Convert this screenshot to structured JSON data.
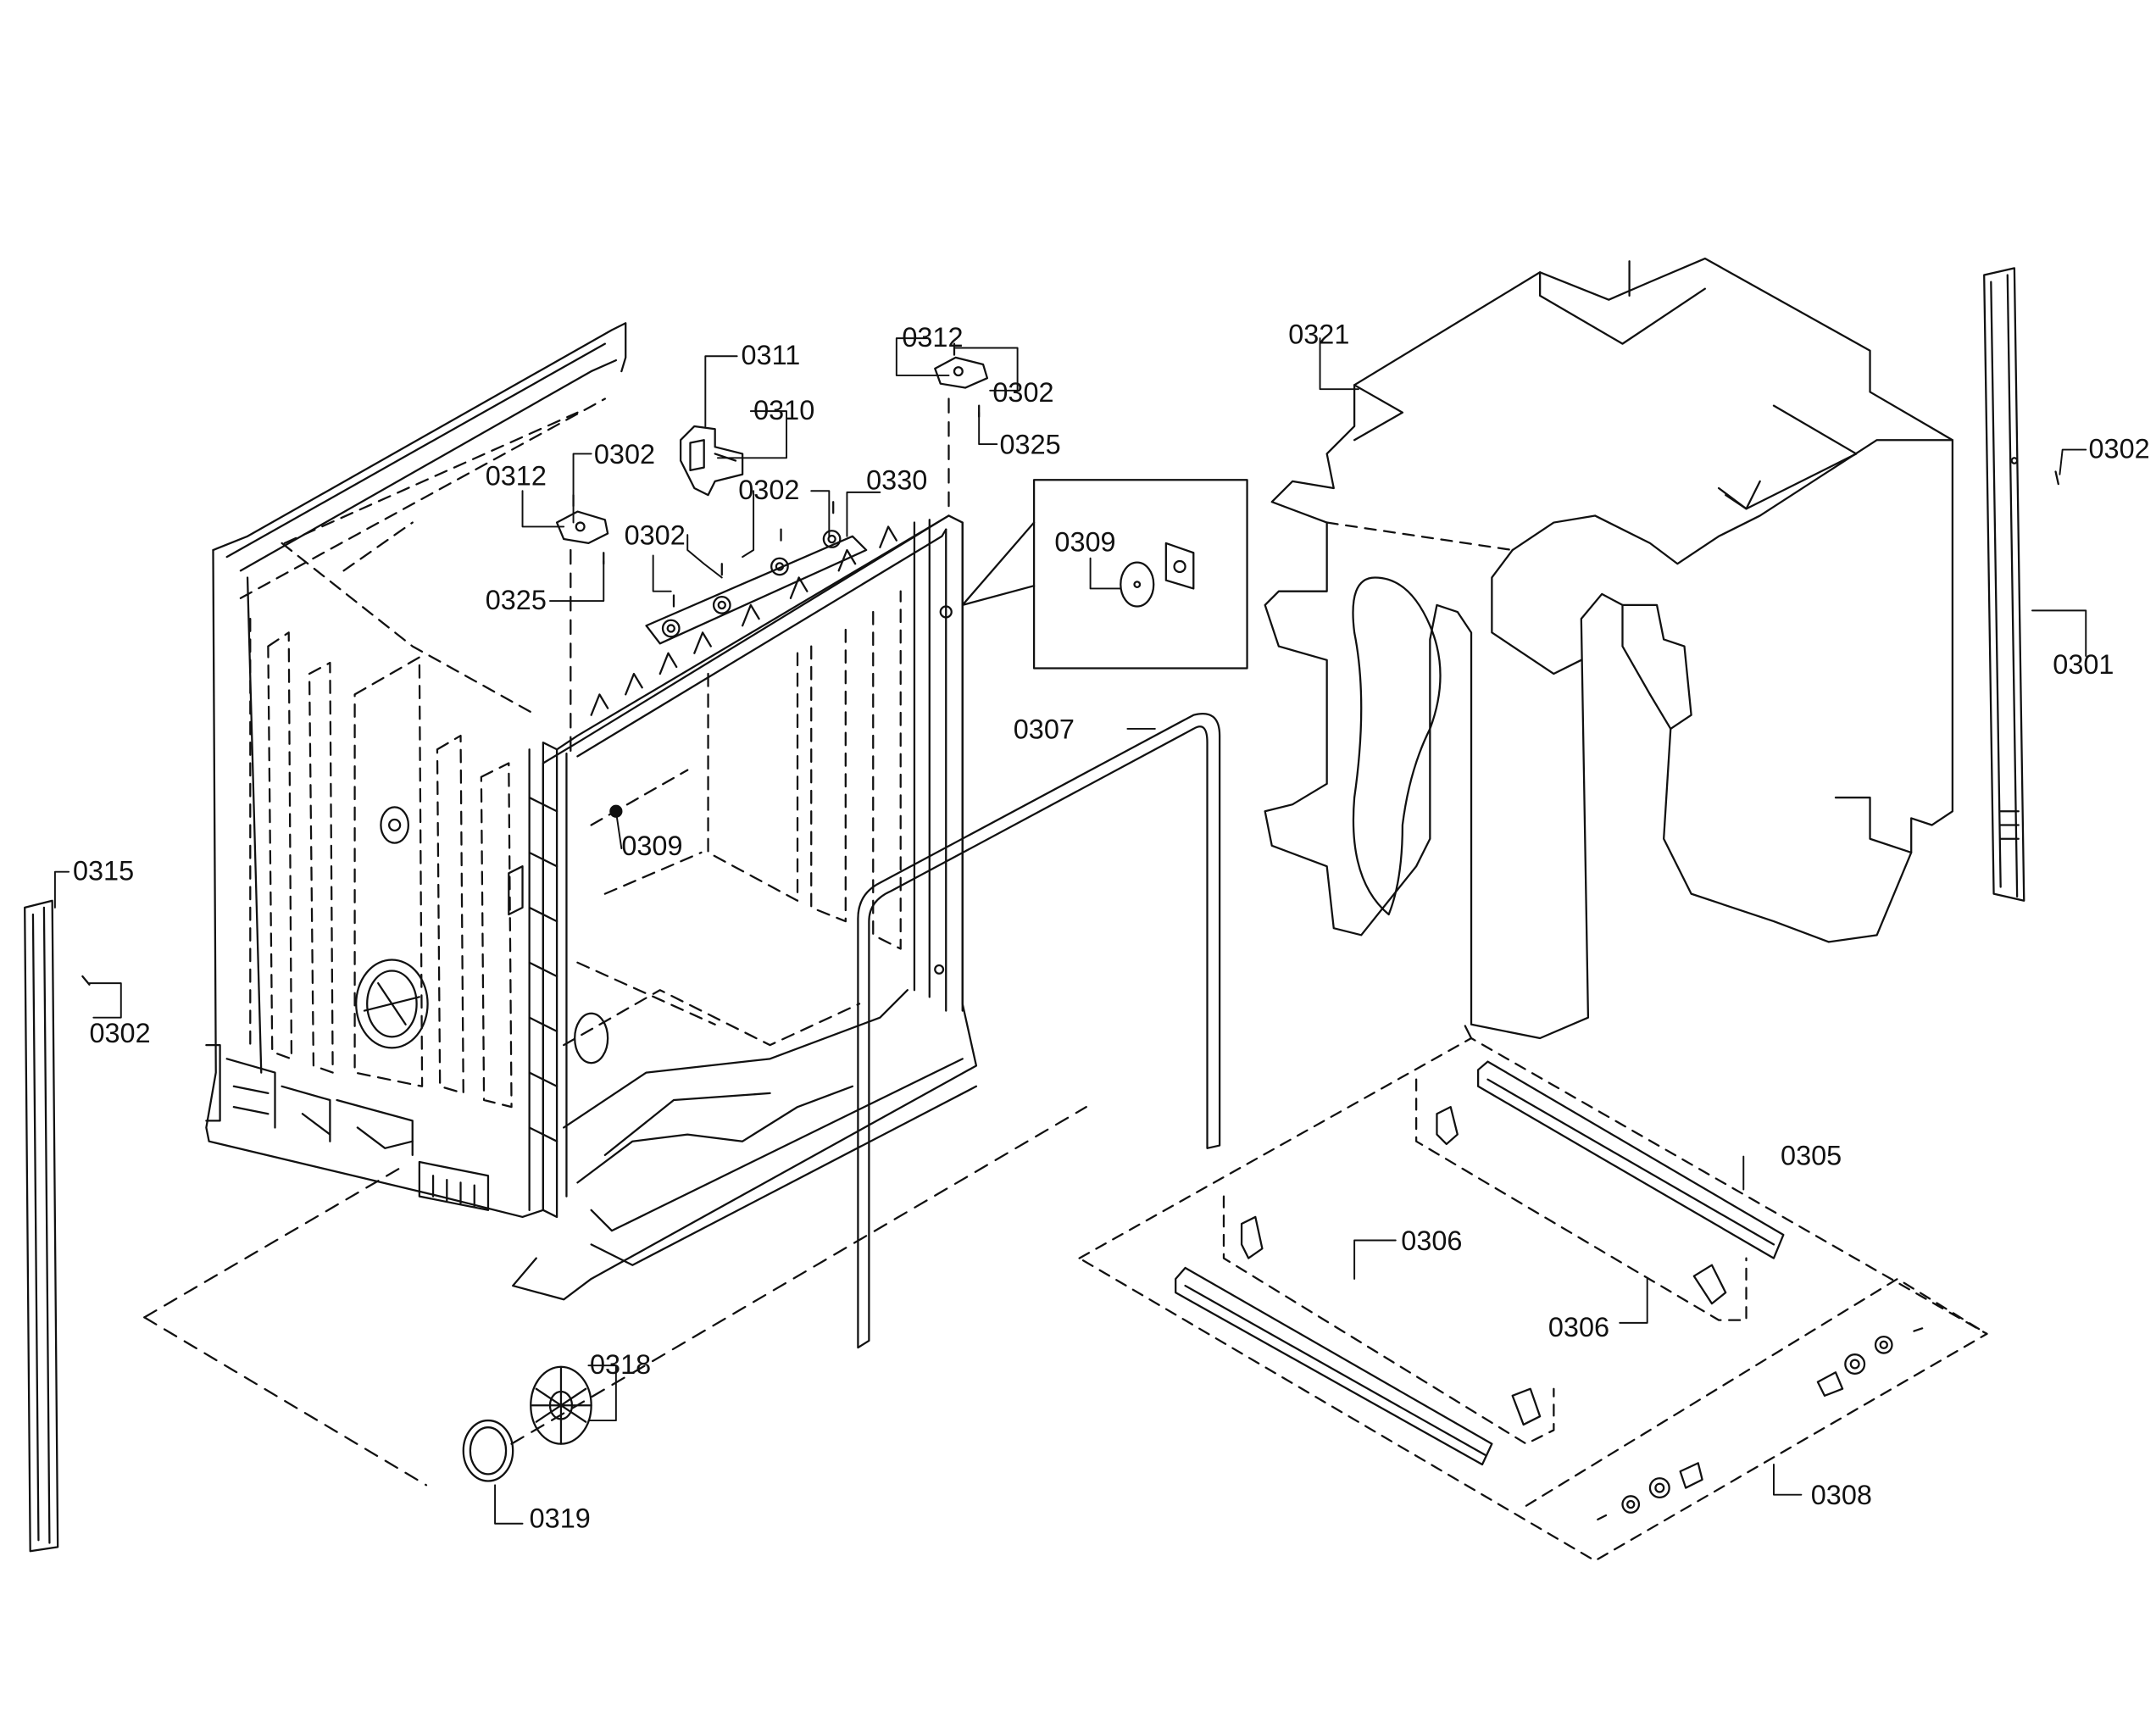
{
  "labels": [
    {
      "id": "l1",
      "text": "0311"
    },
    {
      "id": "l2",
      "text": "0310"
    },
    {
      "id": "l3",
      "text": "0312"
    },
    {
      "id": "l4",
      "text": "0302"
    },
    {
      "id": "l5",
      "text": "0302"
    },
    {
      "id": "l6",
      "text": "0330"
    },
    {
      "id": "l7",
      "text": "0312"
    },
    {
      "id": "l8",
      "text": "0302"
    },
    {
      "id": "l9",
      "text": "0325"
    },
    {
      "id": "l10",
      "text": "0302"
    },
    {
      "id": "l11",
      "text": "0325"
    },
    {
      "id": "l12",
      "text": "0309"
    },
    {
      "id": "l13",
      "text": "0321"
    },
    {
      "id": "l14",
      "text": "0302"
    },
    {
      "id": "l15",
      "text": "0301"
    },
    {
      "id": "l16",
      "text": "0307"
    },
    {
      "id": "l17",
      "text": "0309"
    },
    {
      "id": "l18",
      "text": "0315"
    },
    {
      "id": "l19",
      "text": "0302"
    },
    {
      "id": "l20",
      "text": "0305"
    },
    {
      "id": "l21",
      "text": "0306"
    },
    {
      "id": "l22",
      "text": "0306"
    },
    {
      "id": "l23",
      "text": "0318"
    },
    {
      "id": "l24",
      "text": "0319"
    },
    {
      "id": "l25",
      "text": "0308"
    }
  ]
}
